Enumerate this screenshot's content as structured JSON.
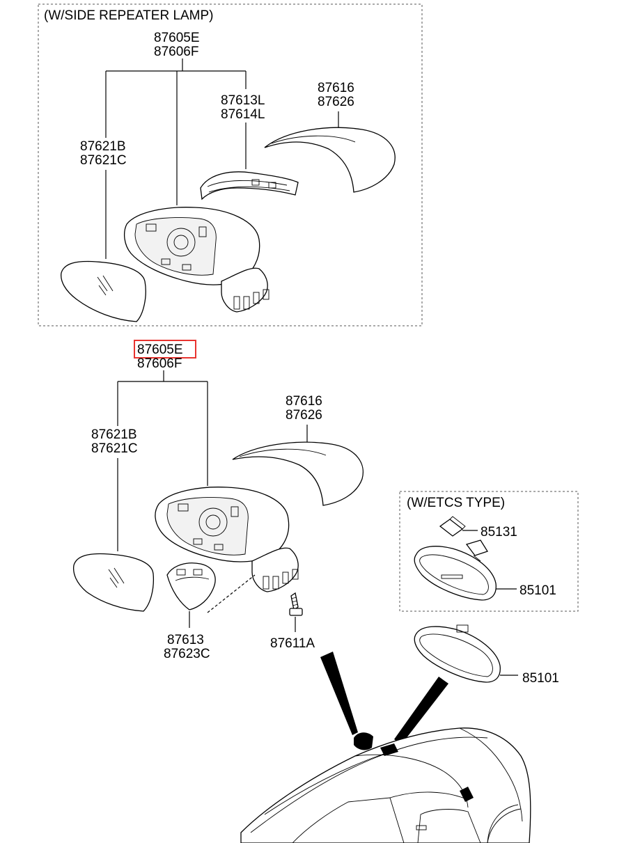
{
  "upper_group": {
    "title": "(W/SIDE REPEATER LAMP)",
    "assembly_line1": "87605E",
    "assembly_line2": "87606F",
    "glass_line1": "87621B",
    "glass_line2": "87621C",
    "repeater_line1": "87613L",
    "repeater_line2": "87614L",
    "cover_line1": "87616",
    "cover_line2": "87626"
  },
  "lower_group": {
    "assembly_line1": "87605E",
    "assembly_line2": "87606F",
    "glass_line1": "87621B",
    "glass_line2": "87621C",
    "cover_line1": "87616",
    "cover_line2": "87626",
    "trim_line1": "87613",
    "trim_line2": "87623C",
    "screw": "87611A",
    "inside_mirror": "85101"
  },
  "etcs_group": {
    "title": "(W/ETCS TYPE)",
    "sensor": "85131",
    "inside_mirror": "85101"
  },
  "highlight": {
    "part": "87605E",
    "color": "#e8332f"
  }
}
